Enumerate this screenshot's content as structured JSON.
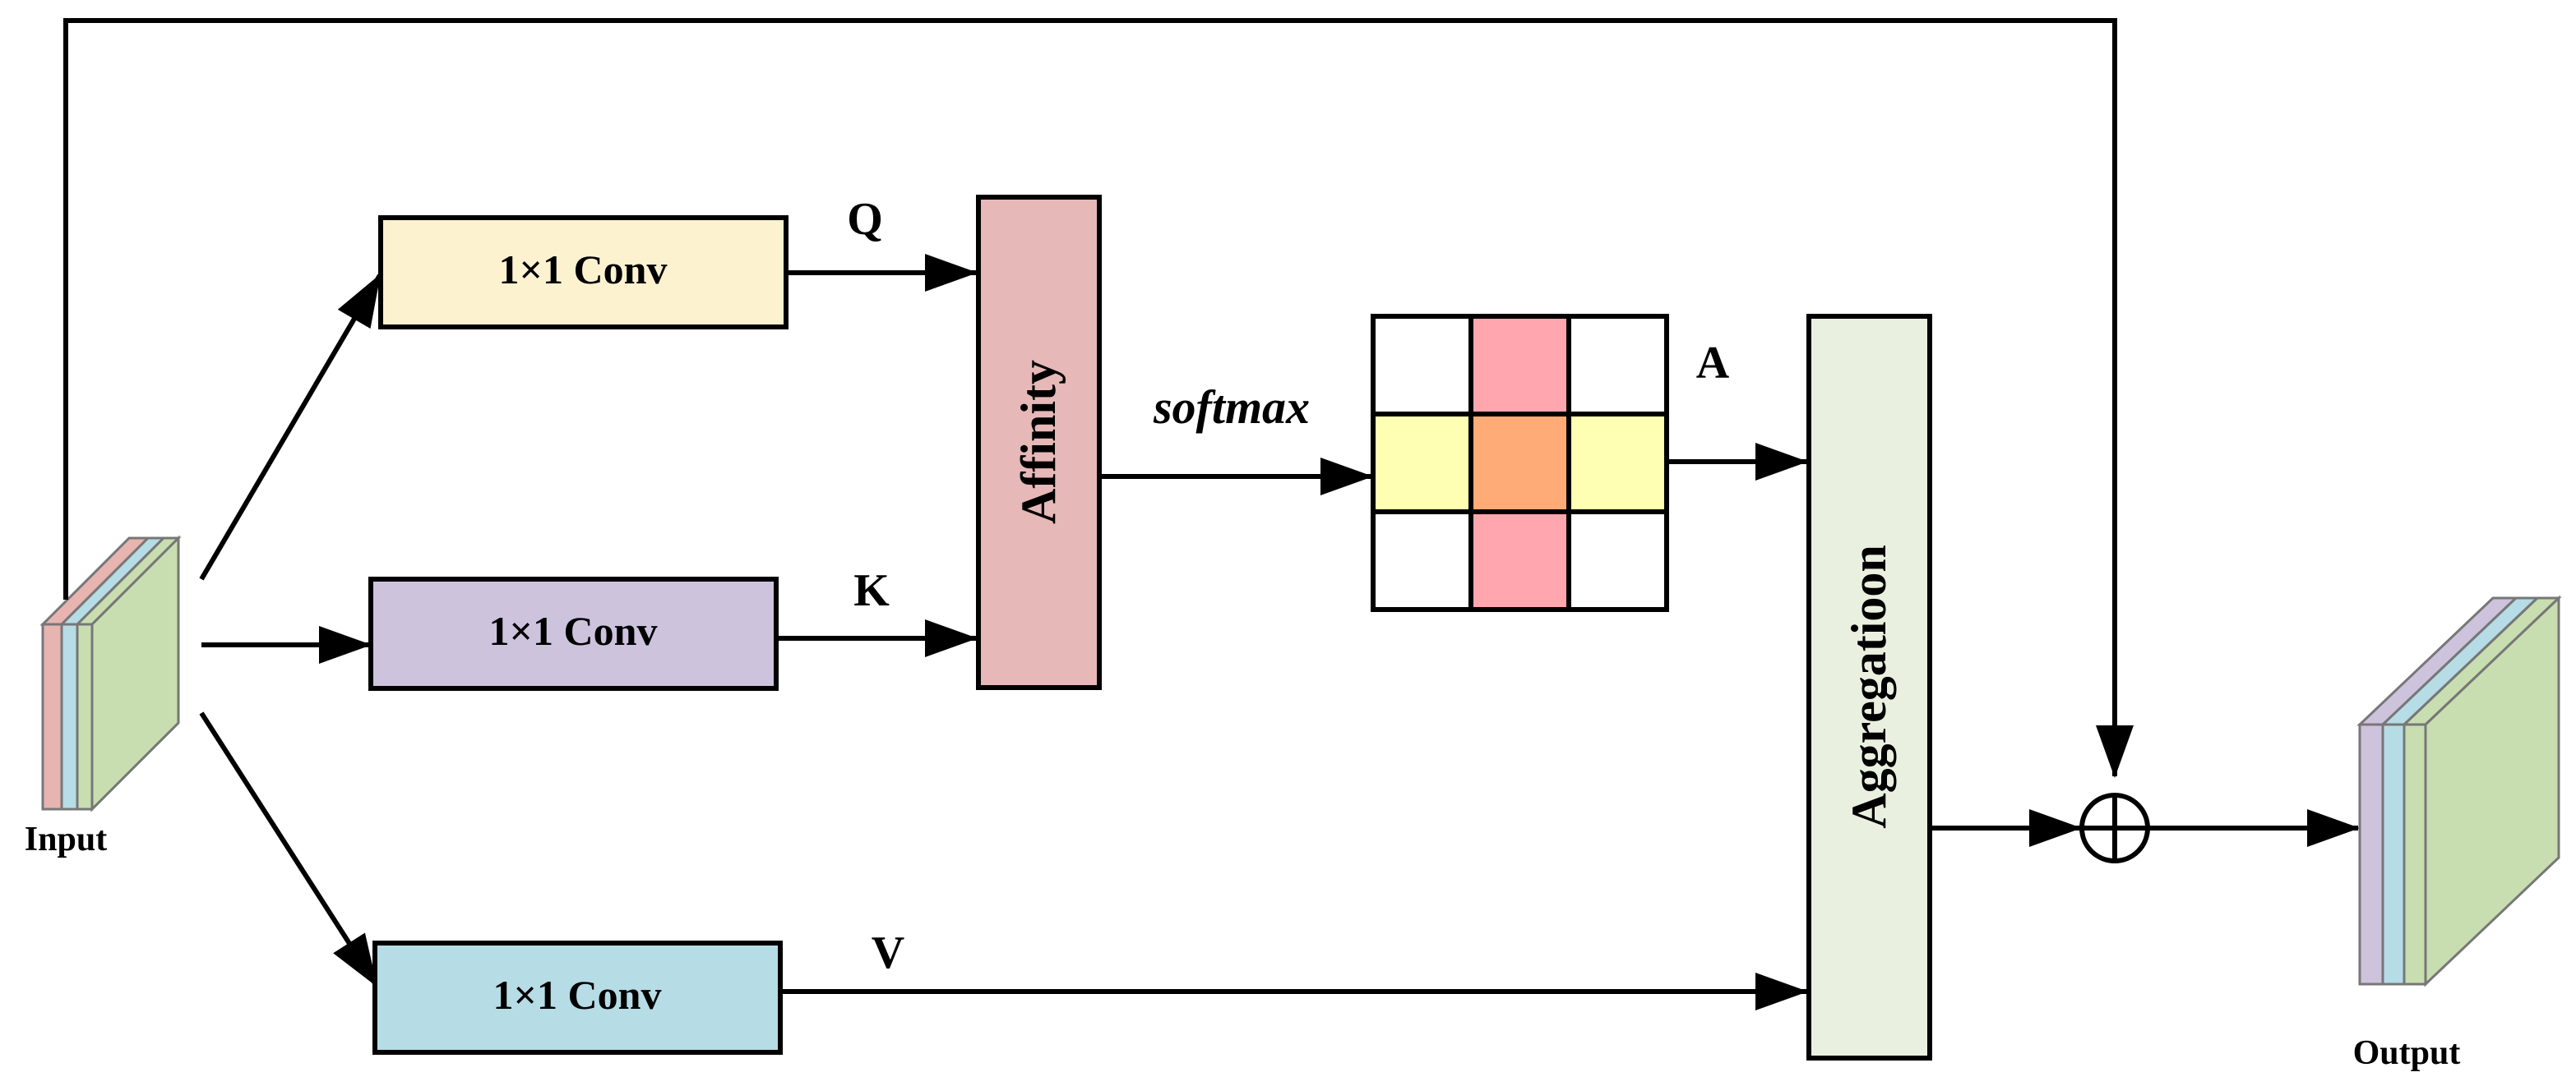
{
  "input_label": "Input",
  "output_label": "Output",
  "conv_q": {
    "label": "1×1 Conv",
    "color": "#FDF2D0"
  },
  "conv_k": {
    "label": "1×1 Conv",
    "color": "#CDC3DD"
  },
  "conv_v": {
    "label": "1×1 Conv",
    "color": "#B6DCE6"
  },
  "q_label": "Q",
  "k_label": "K",
  "v_label": "V",
  "affinity": {
    "label": "Affinity",
    "color": "#E6B8B7"
  },
  "softmax_label": "softmax",
  "a_label": "A",
  "aggregation": {
    "label": "Aggregatioon",
    "color": "#E9F0DF"
  },
  "attention_grid": {
    "rows": 3,
    "cols": 3,
    "cells": [
      [
        "#FFFFFF",
        "#FFA6AE",
        "#FFFFFF"
      ],
      [
        "#FFFFB3",
        "#FFAB78",
        "#FFFFB3"
      ],
      [
        "#FFFFFF",
        "#FFA6AE",
        "#FFFFFF"
      ]
    ]
  },
  "add_symbol": "⊕",
  "input_stack_colors": [
    "#E8B4B0",
    "#B6DCE6",
    "#C8DEB0"
  ],
  "output_stack_colors": [
    "#CDC3DD",
    "#B6DCE6",
    "#C8DEB0"
  ]
}
